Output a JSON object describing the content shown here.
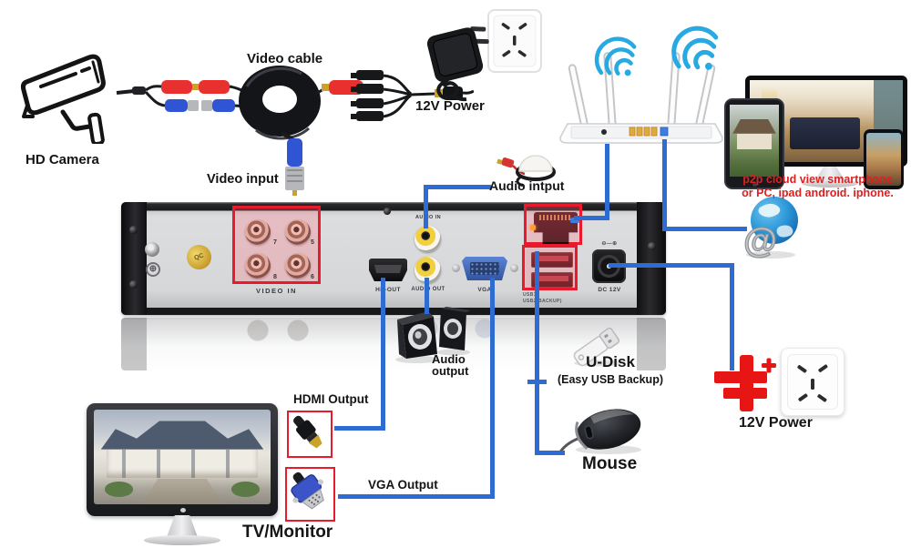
{
  "labels": {
    "hd_camera": "HD Camera",
    "video_cable": "Video cable",
    "power_top": "12V Power",
    "video_input": "Video input",
    "audio_input": "Audio intput",
    "audio_output_line1": "Audio",
    "audio_output_line2": "output",
    "hdmi_output": "HDMI Output",
    "vga_output": "VGA Output",
    "tv_monitor": "TV/Monitor",
    "udisk": "U-Disk",
    "udisk_sub": "(Easy USB Backup)",
    "mouse": "Mouse",
    "power_right": "12V Power",
    "p2p_line1": "p2p cloud view smartphone",
    "p2p_line2": "or PC, ipad android. iphone."
  },
  "panel": {
    "video_in": "VIDEO IN",
    "hd_out": "HD-OUT",
    "audio_in": "AUDIO IN",
    "audio_out": "AUDIO OUT",
    "vga": "VGA",
    "usb1": "USB1",
    "usb2": "USB2(BACKUP)",
    "dc_12v": "DC 12V",
    "polarity": "⊖—⊕",
    "qc": "QC",
    "ground": "⊕",
    "bnc_numbers": [
      "7",
      "5",
      "8",
      "6"
    ]
  },
  "icons": {
    "globe_at": "@"
  },
  "colors": {
    "line_blue": "#2e6cd4",
    "highlight_red": "#e81a2b",
    "label_red": "#dd2020",
    "wifi_blue": "#29a9e1"
  }
}
